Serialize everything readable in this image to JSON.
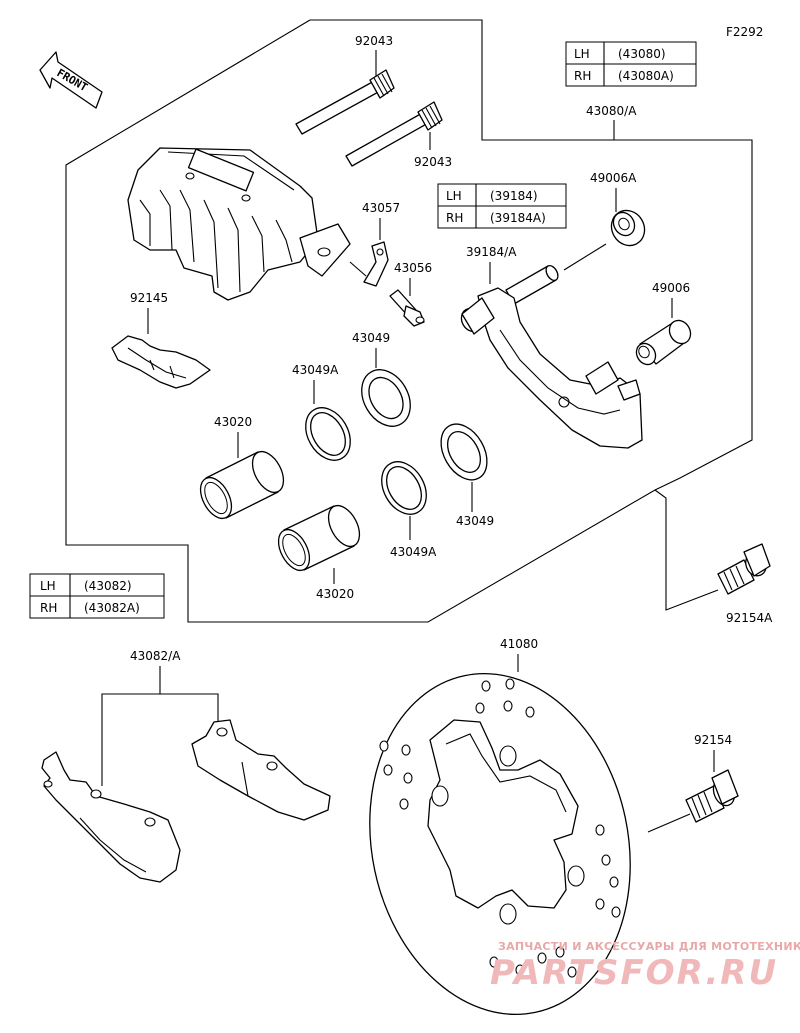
{
  "diagram_code": "F2292",
  "front_label": "FRONT",
  "part_labels": {
    "p92043_top": "92043",
    "p92043_mid": "92043",
    "p43057": "43057",
    "p43056": "43056",
    "p92145": "92145",
    "p43049_a": "43049",
    "p43049A_a": "43049A",
    "p43020_a": "43020",
    "p43049_b": "43049",
    "p43049A_b": "43049A",
    "p43020_b": "43020",
    "p43080A": "43080/A",
    "p49006A": "49006A",
    "p39184A": "39184/A",
    "p49006": "49006",
    "p92154A": "92154A",
    "p43082A": "43082/A",
    "p41080": "41080",
    "p92154": "92154"
  },
  "tables": {
    "t43080": {
      "rows": [
        {
          "side": "LH",
          "code": "(43080)"
        },
        {
          "side": "RH",
          "code": "(43080A)"
        }
      ]
    },
    "t39184": {
      "rows": [
        {
          "side": "LH",
          "code": "(39184)"
        },
        {
          "side": "RH",
          "code": "(39184A)"
        }
      ]
    },
    "t43082": {
      "rows": [
        {
          "side": "LH",
          "code": "(43082)"
        },
        {
          "side": "RH",
          "code": "(43082A)"
        }
      ]
    }
  },
  "watermark": {
    "line1": "ЗАПЧАСТИ И АКСЕССУАРЫ ДЛЯ МОТОТЕХНИКИ",
    "line2": "PARTSFOR.RU"
  }
}
